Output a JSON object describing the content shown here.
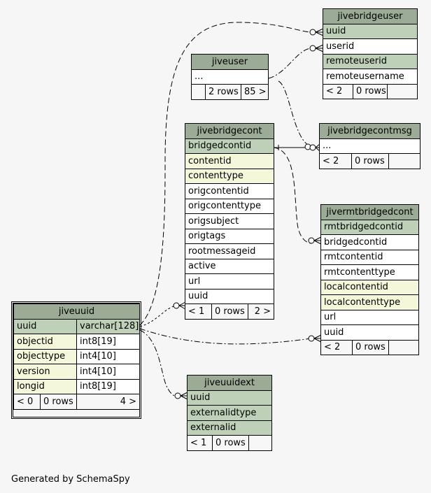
{
  "footer": "Generated by SchemaSpy",
  "tables": {
    "jivebridgeuser": {
      "name": "jivebridgeuser",
      "columns": [
        "uuid",
        "userid",
        "remoteuserid",
        "remoteusername"
      ],
      "footer": {
        "parents": "< 2",
        "rows": "0 rows"
      }
    },
    "jiveuser": {
      "name": "jiveuser",
      "columns": [
        "..."
      ],
      "footer": {
        "rows": "2 rows",
        "children": "85 >"
      }
    },
    "jivebridgecontmsg": {
      "name": "jivebridgecontmsg",
      "columns": [
        "..."
      ],
      "footer": {
        "parents": "< 2",
        "rows": "0 rows"
      }
    },
    "jivebridgecont": {
      "name": "jivebridgecont",
      "columns": [
        "bridgedcontid",
        "contentid",
        "contenttype",
        "origcontentid",
        "origcontenttype",
        "origsubject",
        "origtags",
        "rootmessageid",
        "active",
        "url",
        "uuid"
      ],
      "footer": {
        "parents": "< 1",
        "rows": "0 rows",
        "children": "2 >"
      }
    },
    "jivermtbridgedcont": {
      "name": "jivermtbridgedcont",
      "columns": [
        "rmtbridgedcontid",
        "bridgedcontid",
        "rmtcontentid",
        "rmtcontenttype",
        "localcontentid",
        "localcontenttype",
        "url",
        "uuid"
      ],
      "footer": {
        "parents": "< 2",
        "rows": "0 rows"
      }
    },
    "jiveuuid": {
      "name": "jiveuuid",
      "columns": [
        {
          "name": "uuid",
          "type": "varchar[128]"
        },
        {
          "name": "objectid",
          "type": "int8[19]"
        },
        {
          "name": "objecttype",
          "type": "int4[10]"
        },
        {
          "name": "version",
          "type": "int4[10]"
        },
        {
          "name": "longid",
          "type": "int8[19]"
        }
      ],
      "footer": {
        "parents": "< 0",
        "rows": "0 rows",
        "children": "4 >"
      }
    },
    "jiveuuidext": {
      "name": "jiveuuidext",
      "columns": [
        "uuid",
        "externalidtype",
        "externalid"
      ],
      "footer": {
        "parents": "< 1",
        "rows": "0 rows"
      }
    }
  }
}
